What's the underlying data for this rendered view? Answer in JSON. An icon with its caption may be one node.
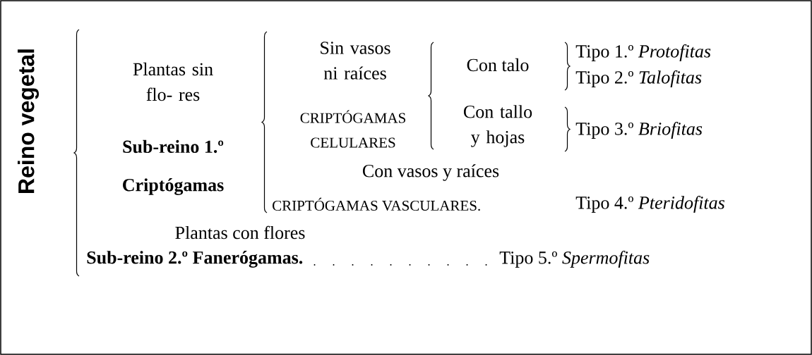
{
  "diagram": {
    "title": "Reino vegetal",
    "nodes": [
      {
        "text": [
          "Sub-reino 2.º Fanerógamas."
        ]
      },
      {
        "text": [
          "Tipo 5.º *Spermofitas*"
        ]
      }
    ],
    "edges": [
      {
        "from": 0,
        "to": 1,
        "arrow": "none",
        "style": "dashed"
      }
    ],
    "labels": [
      "Plantas sin flo- res",
      "Sub-reino 1.º",
      "Criptógamas",
      "Sin vasos ni raíces",
      "Con talo",
      "Tipo 1.º *Protofitas*",
      "Tipo 2.º *Talofitas*",
      "CRIPTÓGAMAS CELULARES",
      "Con tallo y hojas",
      "Tipo 3.º *Briofitas*",
      "Con vasos y raíces",
      "CRIPTÓGAMAS VASCULARES.",
      "Tipo 4.º *Pteridofitas*",
      "Plantas con flores"
    ]
  }
}
